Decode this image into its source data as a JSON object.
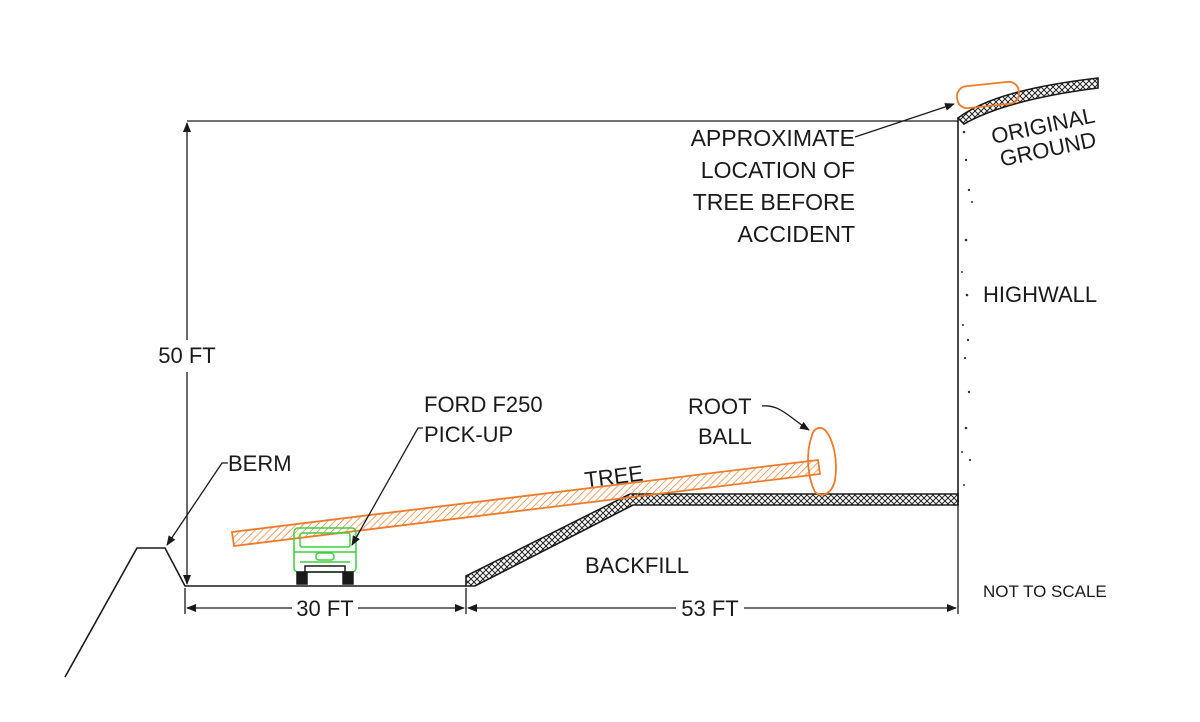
{
  "labels": {
    "approx_location": [
      "APPROXIMATE",
      "LOCATION OF",
      "TREE BEFORE",
      "ACCIDENT"
    ],
    "original_ground": [
      "ORIGINAL",
      "GROUND"
    ],
    "highwall": "HIGHWALL",
    "height_dim": "50 FT",
    "truck": [
      "FORD F250",
      "PICK-UP"
    ],
    "root_ball": [
      "ROOT",
      "BALL"
    ],
    "tree": "TREE",
    "berm": "BERM",
    "backfill": "BACKFILL",
    "not_to_scale": "NOT TO SCALE",
    "width_dim_left": "30 FT",
    "width_dim_right": "53 FT"
  },
  "colors": {
    "line": "#1a1a1a",
    "tree": "#f07a2a",
    "truck": "#3fcf3f"
  }
}
